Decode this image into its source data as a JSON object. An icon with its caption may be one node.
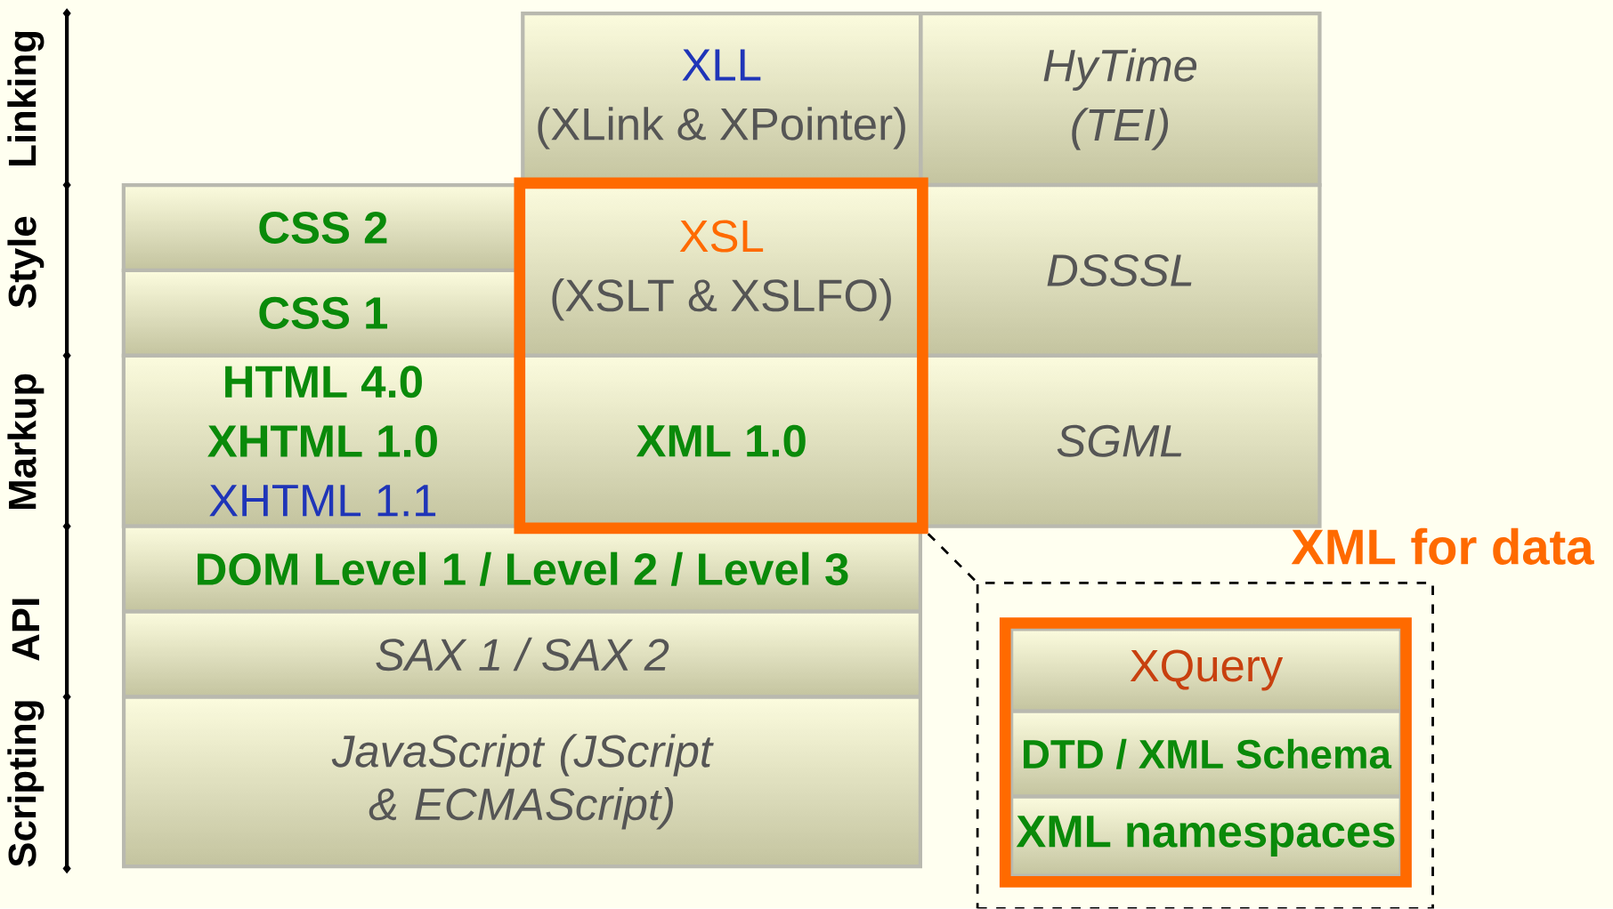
{
  "diagram": {
    "nodes": [
      {
        "text": [
          "XLL",
          "(XLink & XPointer)"
        ]
      },
      {
        "text": [
          "HyTime",
          "(TEI)"
        ]
      },
      {
        "text": [
          "CSS 2"
        ]
      },
      {
        "text": [
          "CSS 1"
        ]
      },
      {
        "text": [],
        "shape": "box"
      },
      {
        "text": [
          "XSL",
          "(XSLT & XSLFO)"
        ],
        "in": 4
      },
      {
        "text": [
          "DSSSL"
        ]
      },
      {
        "text": [
          "HTML 4.0",
          "XHTML 1.0",
          "XHTML 1.1"
        ]
      },
      {
        "text": [
          "XML 1.0"
        ],
        "in": 4
      },
      {
        "text": [
          "SGML"
        ]
      },
      {
        "text": [
          "DOM Level 1 / Level 2 / Level 3"
        ]
      },
      {
        "text": [
          "SAX 1 / SAX 2"
        ]
      },
      {
        "text": [
          "JavaScript (JScript & ECMAScript)"
        ]
      },
      {
        "text": [
          "XML for data"
        ]
      },
      {
        "text": [],
        "shape": "box",
        "in": 13
      },
      {
        "text": [
          "XQuery"
        ],
        "in": 14
      },
      {
        "text": [
          "DTD / XML Schema"
        ],
        "in": 14
      },
      {
        "text": [
          "XML namespaces"
        ],
        "in": 14
      }
    ],
    "edges": [
      {
        "from": 4,
        "to": 13,
        "arrow": "none",
        "style": "dashed"
      }
    ],
    "labels": [
      "Linking",
      "Style",
      "Markup",
      "API",
      "Scripting"
    ]
  }
}
